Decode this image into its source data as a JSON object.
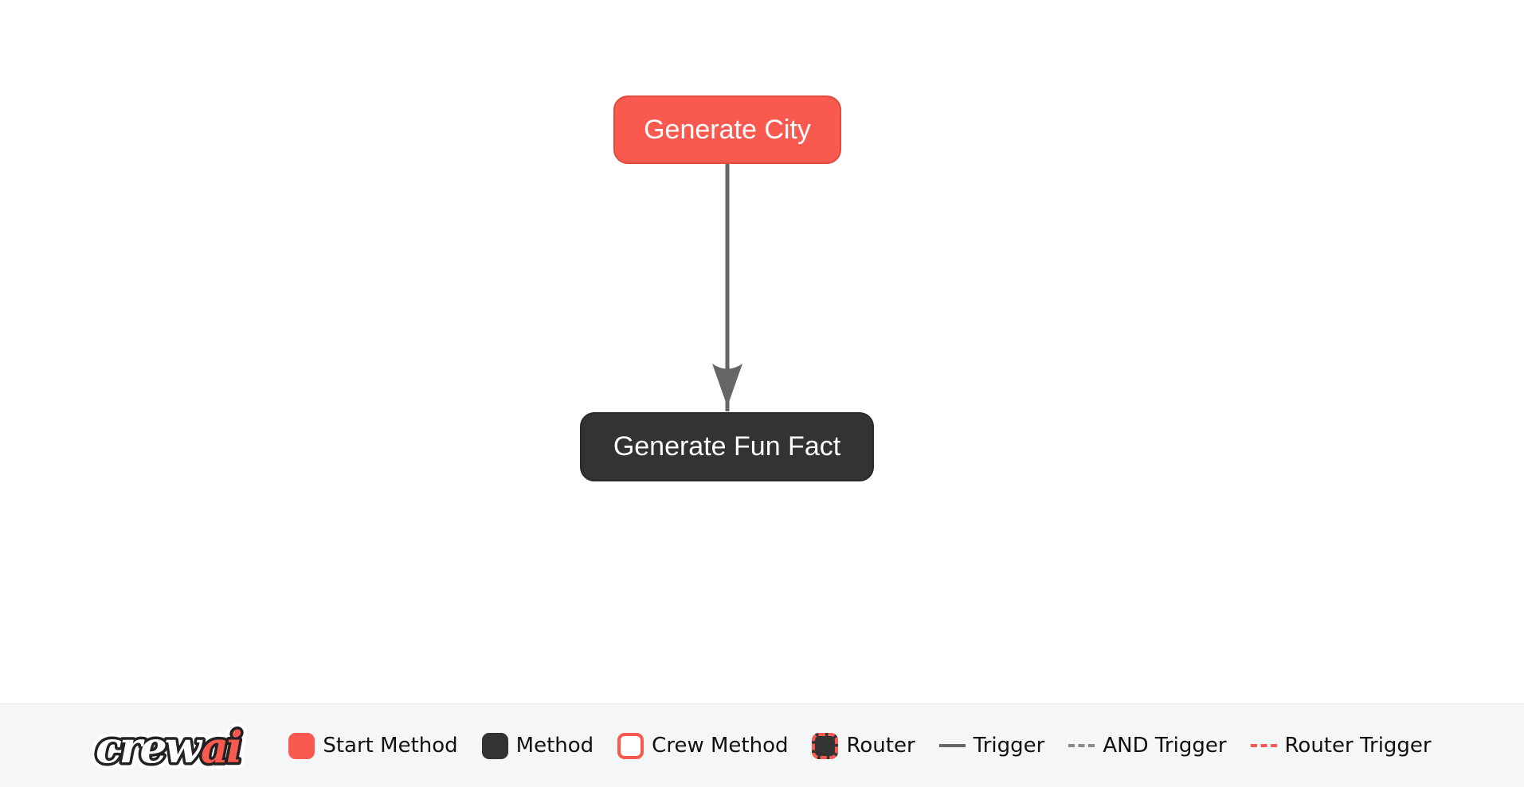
{
  "flow": {
    "nodes": [
      {
        "id": "generate_city",
        "label": "Generate City",
        "type": "start-method",
        "color": "#F9594E"
      },
      {
        "id": "generate_fun_fact",
        "label": "Generate Fun Fact",
        "type": "method",
        "color": "#333333"
      }
    ],
    "edges": [
      {
        "from": "generate_city",
        "to": "generate_fun_fact",
        "type": "trigger",
        "color": "#666666"
      }
    ]
  },
  "legend": {
    "logo": {
      "crew": "crew",
      "ai": "ai"
    },
    "items": [
      {
        "label": "Start Method",
        "swatch": "start-method-swatch"
      },
      {
        "label": "Method",
        "swatch": "method-swatch"
      },
      {
        "label": "Crew Method",
        "swatch": "crew-method-swatch"
      },
      {
        "label": "Router",
        "swatch": "router-swatch"
      },
      {
        "label": "Trigger",
        "swatch": "trigger-line"
      },
      {
        "label": "AND Trigger",
        "swatch": "and-trigger-line"
      },
      {
        "label": "Router Trigger",
        "swatch": "router-trigger-line"
      }
    ]
  },
  "colors": {
    "accent_red": "#F9594E",
    "dark": "#333333",
    "edge_gray": "#666666",
    "legend_background": "#F5F6F7",
    "canvas_background": "#FFFFFF"
  }
}
